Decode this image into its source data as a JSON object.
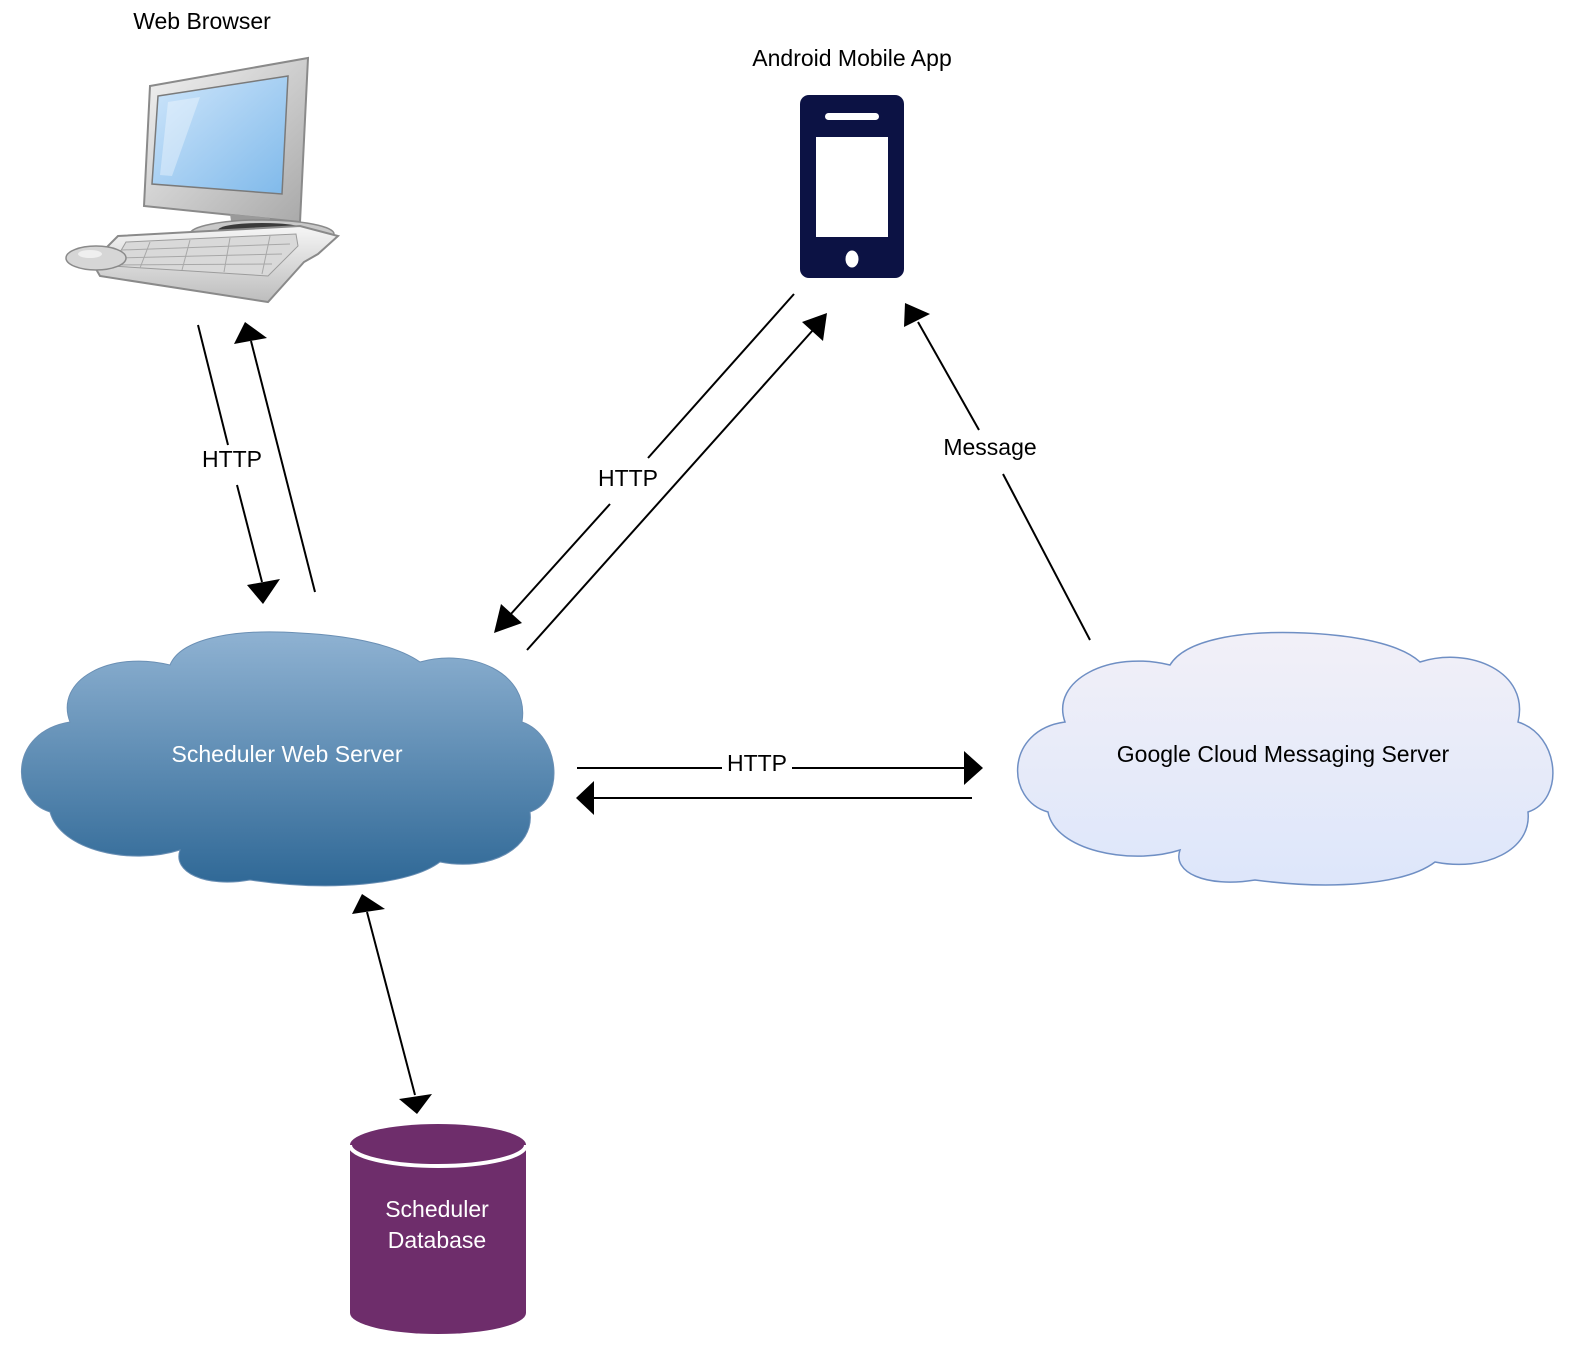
{
  "nodes": {
    "web_browser": {
      "label": "Web Browser",
      "icon": "desktop-computer-icon"
    },
    "android_app": {
      "label": "Android Mobile App",
      "icon": "smartphone-icon",
      "color": "#0c1244"
    },
    "web_server": {
      "label": "Scheduler Web Server",
      "color_top": "#8fb2d2",
      "color_bottom": "#2f6896"
    },
    "gcm_server": {
      "label": "Google Cloud Messaging Server",
      "color_top": "#f2f0f8",
      "color_bottom": "#dde6fa",
      "border": "#6f8fc4"
    },
    "database": {
      "label_line1": "Scheduler",
      "label_line2": "Database",
      "color": "#6e2d6b"
    }
  },
  "edges": {
    "browser_server": {
      "label": "HTTP"
    },
    "server_app": {
      "label": "HTTP"
    },
    "gcm_app": {
      "label": "Message"
    },
    "server_gcm": {
      "label": "HTTP"
    },
    "server_db": {
      "label": ""
    }
  }
}
